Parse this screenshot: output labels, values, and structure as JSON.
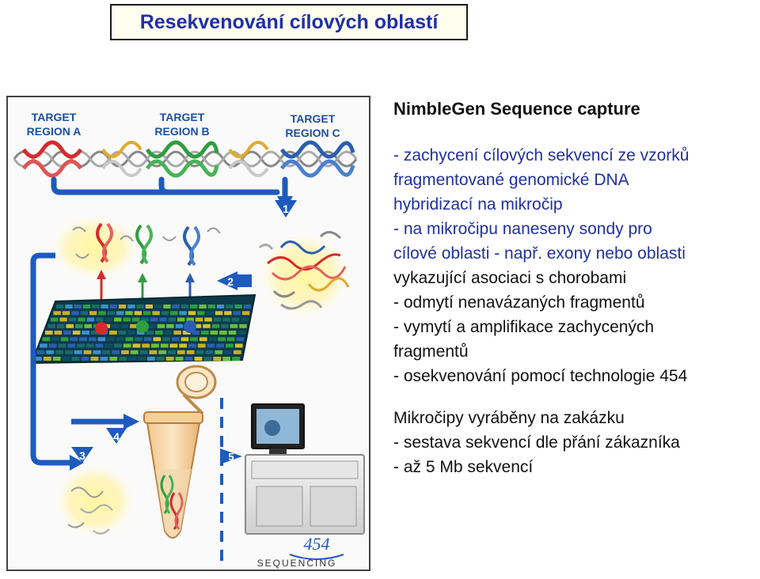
{
  "title": "Resekvenování cílových oblastí",
  "figure": {
    "target_a": [
      "TARGET",
      "REGION A"
    ],
    "target_b": [
      "TARGET",
      "REGION B"
    ],
    "target_c": [
      "TARGET",
      "REGION C"
    ],
    "steps": [
      "1",
      "2",
      "3",
      "4",
      "5"
    ],
    "brand_number": "454",
    "brand_word": "SEQUENCING",
    "colors": {
      "region_a": "#d62b2b",
      "region_b": "#2e9e3e",
      "region_c": "#2a5fb0",
      "arrow_blue": "#1e5bbd",
      "array_bg": "#0d3a4a"
    }
  },
  "text": {
    "heading": "NimbleGen Sequence capture",
    "block1": [
      "- zachycení cílových sekvencí ze vzorků",
      "fragmentované genomické DNA",
      "hybridizací na mikročip",
      "- na mikročipu naneseny sondy pro",
      "cílové oblasti - např. exony nebo oblasti",
      "vykazující asociaci s chorobami",
      "- odmytí nenavázaných fragmentů",
      "- vymytí a amplifikace zachycených",
      "fragmentů",
      "- osekvenování pomocí technologie 454"
    ],
    "block2": [
      "Mikročipy vyráběny na zakázku",
      "- sestava sekvencí dle přání zákazníka",
      "- až 5 Mb sekvencí"
    ]
  }
}
